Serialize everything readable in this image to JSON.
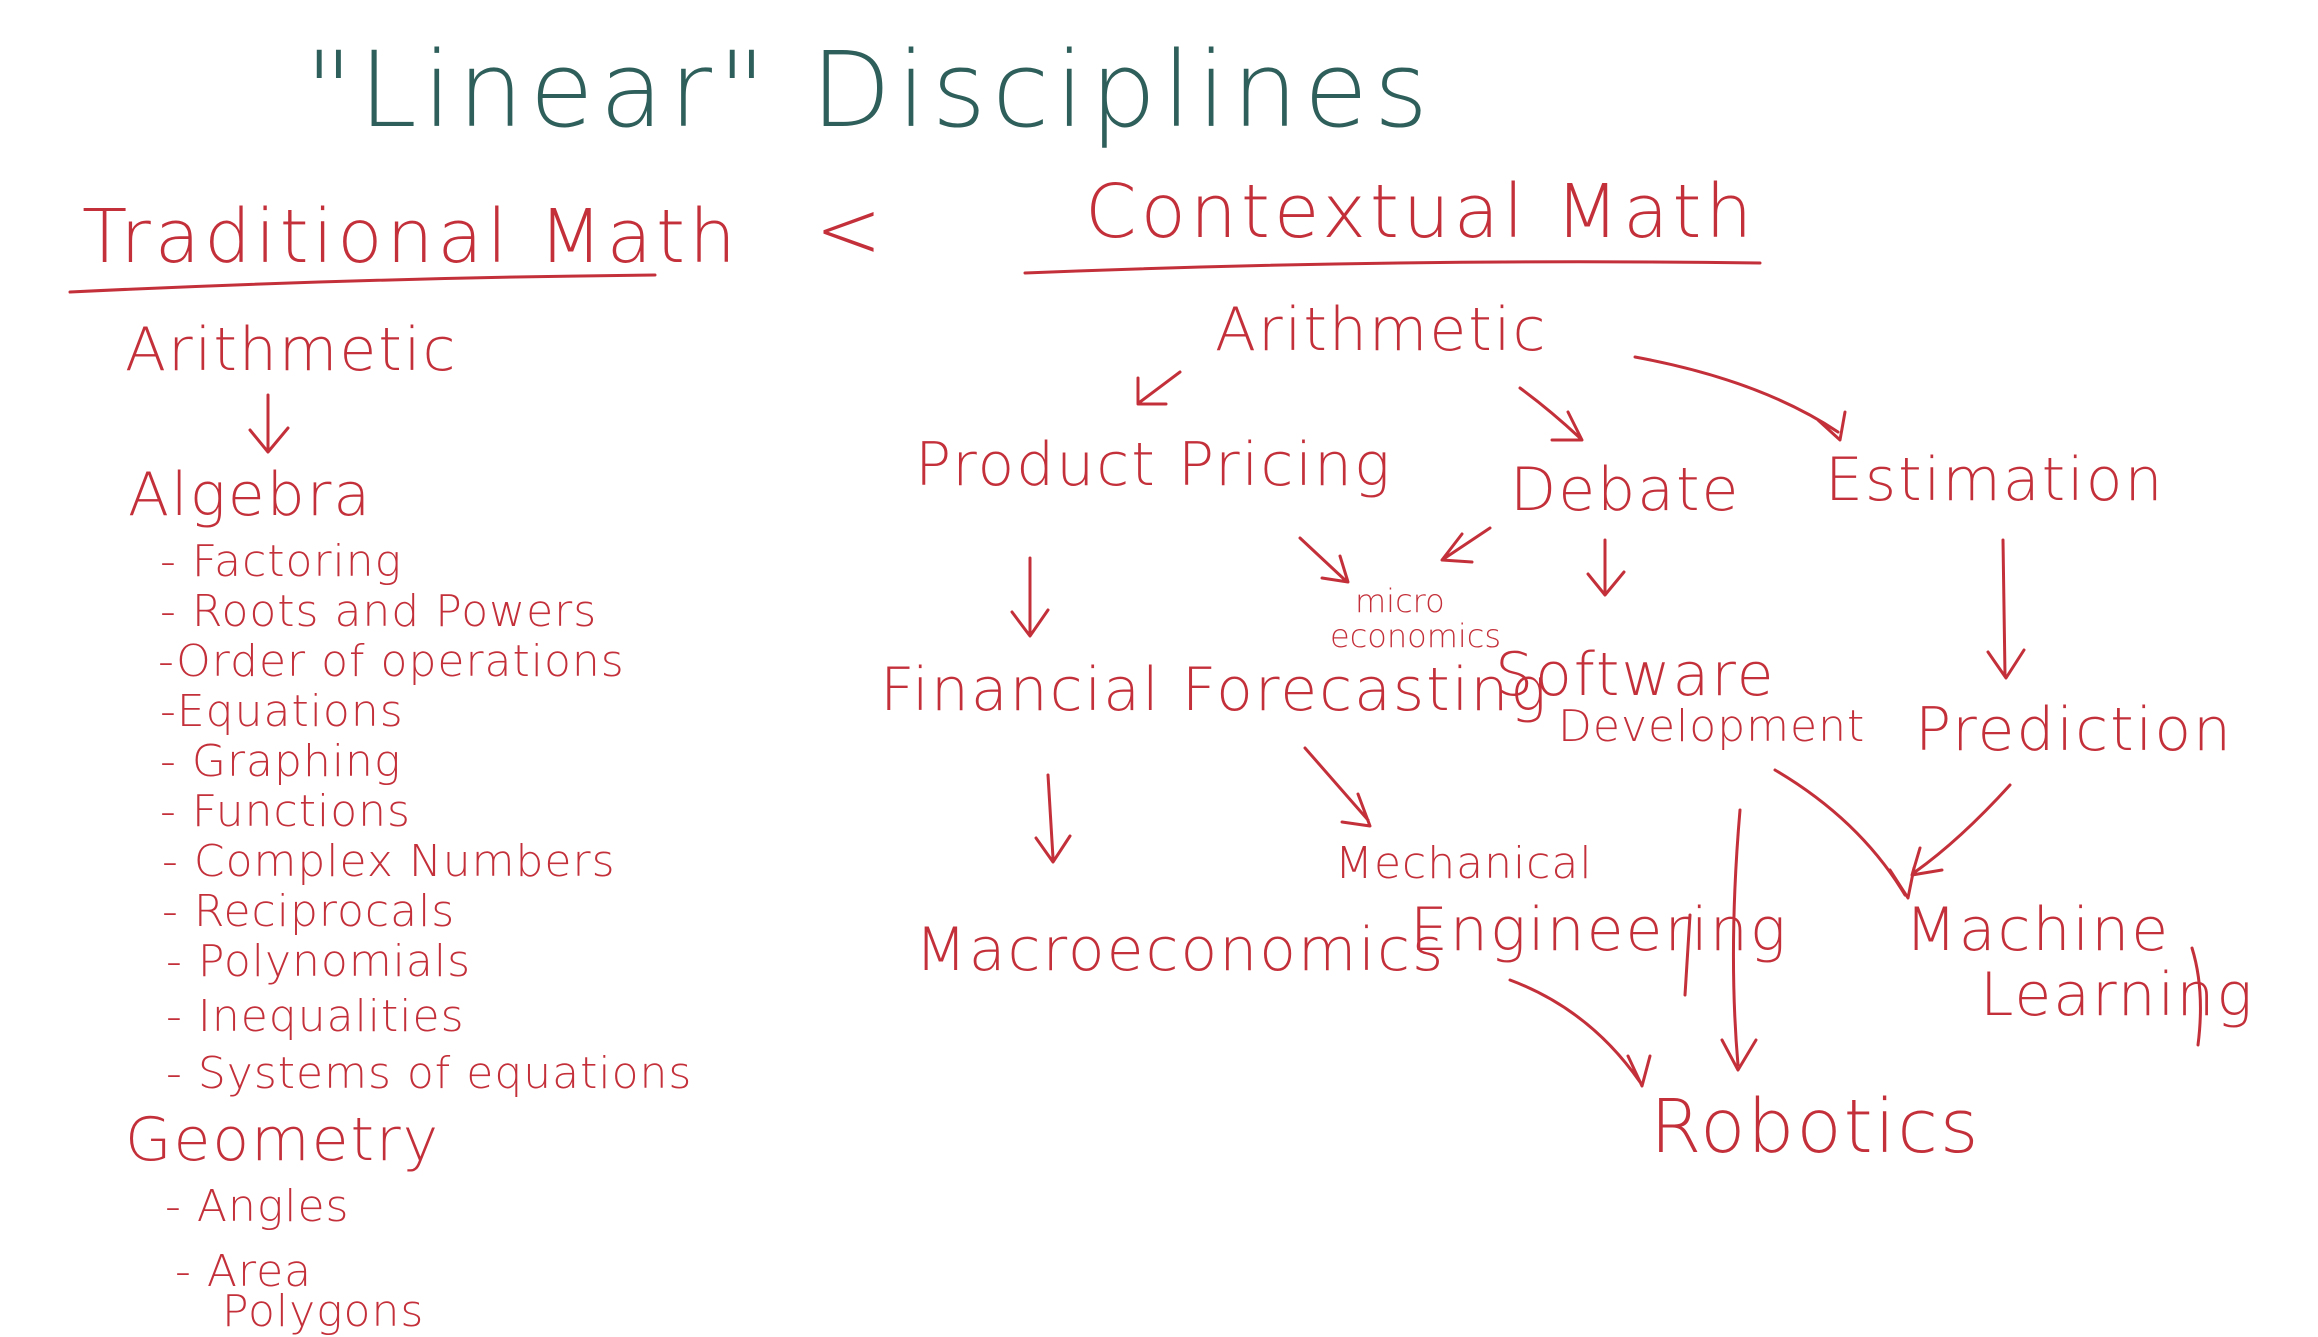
{
  "title": "\"Linear\" Disciplines",
  "left": {
    "heading": "Traditional Math",
    "arithmetic": "Arithmetic",
    "algebra": "Algebra",
    "algebra_items": [
      "- Factoring",
      "- Roots and Powers",
      "-Order of operations",
      "-Equations",
      "- Graphing",
      "- Functions",
      "- Complex Numbers",
      "- Reciprocals",
      "- Polynomials",
      "- Inequalities",
      "- Systems of equations"
    ],
    "geometry": "Geometry",
    "geometry_items": [
      "- Angles",
      "- Area",
      "Polygons"
    ]
  },
  "comparator": "<",
  "right": {
    "heading": "Contextual Math",
    "nodes": {
      "arithmetic": "Arithmetic",
      "product_pricing": "Product Pricing",
      "debate": "Debate",
      "estimation": "Estimation",
      "micro_line1": "micro",
      "micro_line2": "economics",
      "financial_forecasting": "Financial Forecasting",
      "software_line1": "Software",
      "software_line2": "Development",
      "prediction": "Prediction",
      "macroeconomics": "Macroeconomics",
      "mechanical_line1": "Mechanical",
      "mechanical_line2": "Engineering",
      "machine_line1": "Machine",
      "machine_line2": "Learning",
      "robotics": "Robotics"
    }
  },
  "colors": {
    "title": "#2f5f5a",
    "ink": "#c4303a",
    "background": "#ffffff"
  }
}
